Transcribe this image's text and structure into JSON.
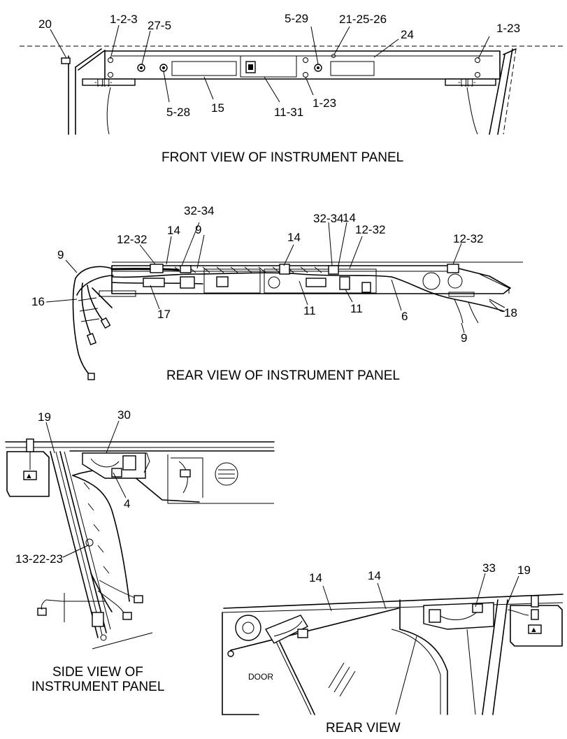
{
  "views": {
    "front_caption": "FRONT VIEW OF INSTRUMENT PANEL",
    "rear_panel_caption": "REAR VIEW OF INSTRUMENT PANEL",
    "side_caption_line1": "SIDE VIEW OF",
    "side_caption_line2": "INSTRUMENT PANEL",
    "rear_caption": "REAR VIEW",
    "door_label": "DOOR"
  },
  "callouts": {
    "front": [
      "20",
      "1-2-3",
      "27-5",
      "5-29",
      "21-25-26",
      "24",
      "1-23",
      "5-28",
      "15",
      "11-31",
      "1-23"
    ],
    "rear_panel": [
      "9",
      "12-32",
      "14",
      "32-34",
      "9",
      "16",
      "17",
      "14",
      "32-34",
      "14",
      "12-32",
      "11",
      "11",
      "6",
      "12-32",
      "18",
      "9"
    ],
    "side": [
      "19",
      "30",
      "4",
      "13-22-23"
    ],
    "rear": [
      "14",
      "14",
      "33",
      "19"
    ]
  }
}
